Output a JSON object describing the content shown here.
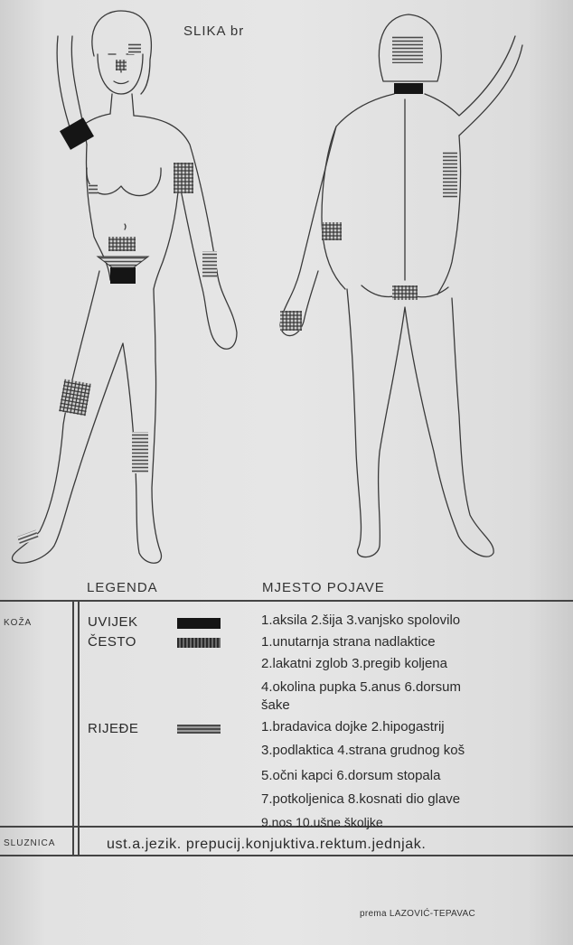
{
  "figure": {
    "title": "SLIKA br",
    "marker_colors": {
      "solid": "#151515",
      "hatched": "#3a3a3a",
      "striped": "#6a6a6a"
    }
  },
  "legend": {
    "header_left": "LEGENDA",
    "header_right": "MJESTO POJAVE",
    "skin_label": "KOŽA",
    "rows": [
      {
        "frequency": "UVIJEK",
        "swatch": "solid",
        "sites": [
          "1.aksila 2.šija 3.vanjsko spolovilo"
        ]
      },
      {
        "frequency": "ČESTO",
        "swatch": "hatched",
        "sites": [
          "1.unutarnja strana nadlaktice",
          "2.lakatni zglob 3.pregib koljena",
          "4.okolina pupka 5.anus 6.dorsum",
          "šake"
        ]
      },
      {
        "frequency": "RIJEĐE",
        "swatch": "striped",
        "sites": [
          "1.bradavica dojke 2.hipogastrij",
          "3.podlaktica 4.strana grudnog koš",
          "5.očni kapci 6.dorsum stopala",
          "7.potkoljenica 8.kosnati dio glave",
          "9.nos 10.ušne školjke"
        ]
      }
    ],
    "mucosa_label": "SLUZNICA",
    "mucosa_text": "ust.a.jezik. prepucij.konjuktiva.rektum.jednjak."
  },
  "source": "prema LAZOVIĆ-TEPAVAC"
}
